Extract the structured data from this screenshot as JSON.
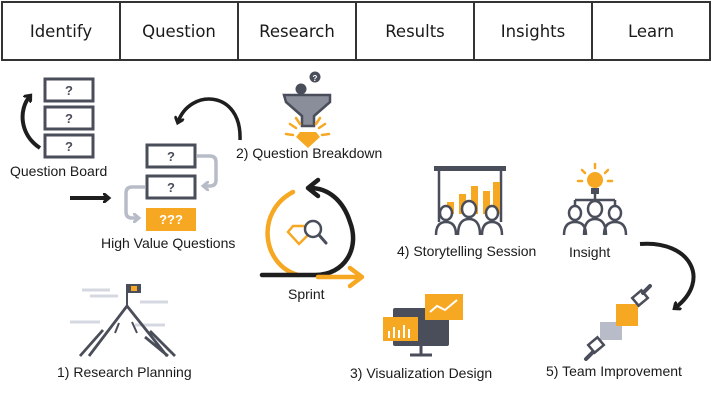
{
  "tabs": [
    {
      "label": "Identify"
    },
    {
      "label": "Question"
    },
    {
      "label": "Research"
    },
    {
      "label": "Results"
    },
    {
      "label": "Insights"
    },
    {
      "label": "Learn"
    }
  ],
  "nodes": {
    "question_board": {
      "label": "Question Board",
      "cards": [
        "?",
        "?",
        "?"
      ]
    },
    "high_value": {
      "label": "High Value Questions",
      "cards": [
        "?",
        "?"
      ],
      "highlight": "???"
    },
    "breakdown": {
      "label": "2) Question Breakdown"
    },
    "sprint": {
      "label": "Sprint"
    },
    "storytelling": {
      "label": "4) Storytelling Session"
    },
    "insight": {
      "label": "Insight"
    },
    "research_planning": {
      "label": "1) Research Planning"
    },
    "visualization": {
      "label": "3) Visualization Design"
    },
    "team_improvement": {
      "label": "5) Team Improvement"
    }
  },
  "colors": {
    "accent": "#f7a823",
    "dark": "#4a4e5a",
    "arrow": "#1e1e1e",
    "muted": "#b8bcc8"
  }
}
